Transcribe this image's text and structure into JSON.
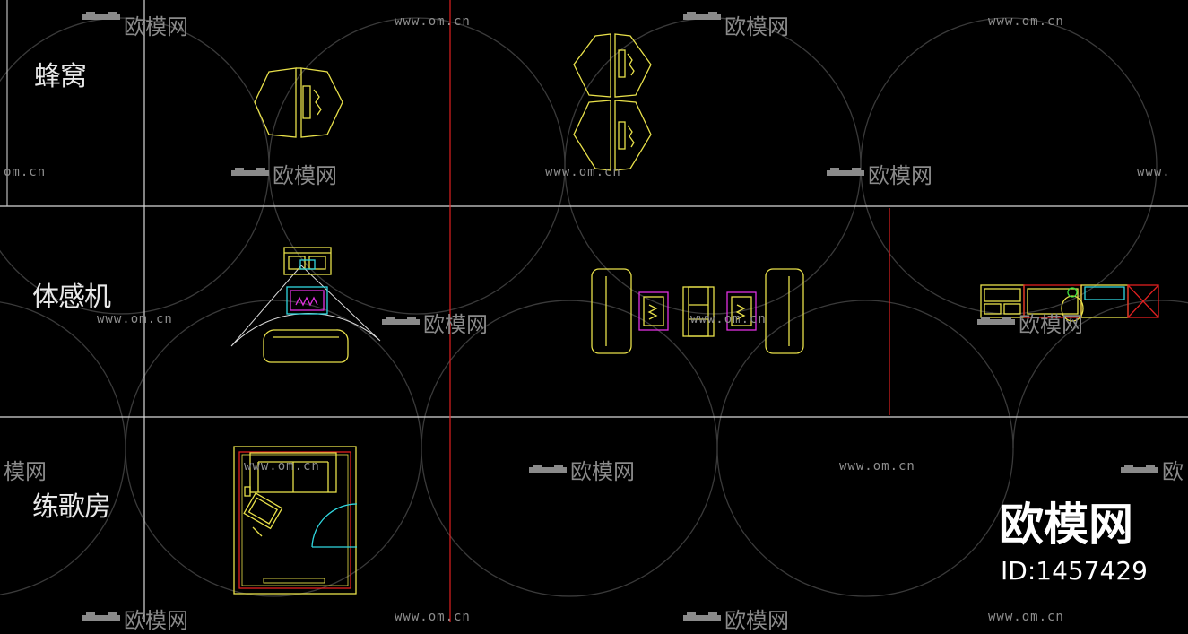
{
  "rows": [
    {
      "label": "蜂窝"
    },
    {
      "label": "体感机"
    },
    {
      "label": "练歌房"
    }
  ],
  "watermark": {
    "url": "www.om.cn",
    "url_left_cut": "om.cn",
    "url_right_cut": "www.",
    "brand": "欧模网",
    "brand_right_cut": "欧",
    "brand_left_cut": "模网",
    "brand_bottom_cut": "欧模网"
  },
  "logo": {
    "title": "欧模网",
    "id": "ID:1457429"
  },
  "colors": {
    "background": "#000000",
    "grid": "#d8d8d8",
    "red": "#e02020",
    "yellow": "#e8e04a",
    "magenta": "#e030e0",
    "cyan": "#30d8e0",
    "green": "#40e040"
  }
}
